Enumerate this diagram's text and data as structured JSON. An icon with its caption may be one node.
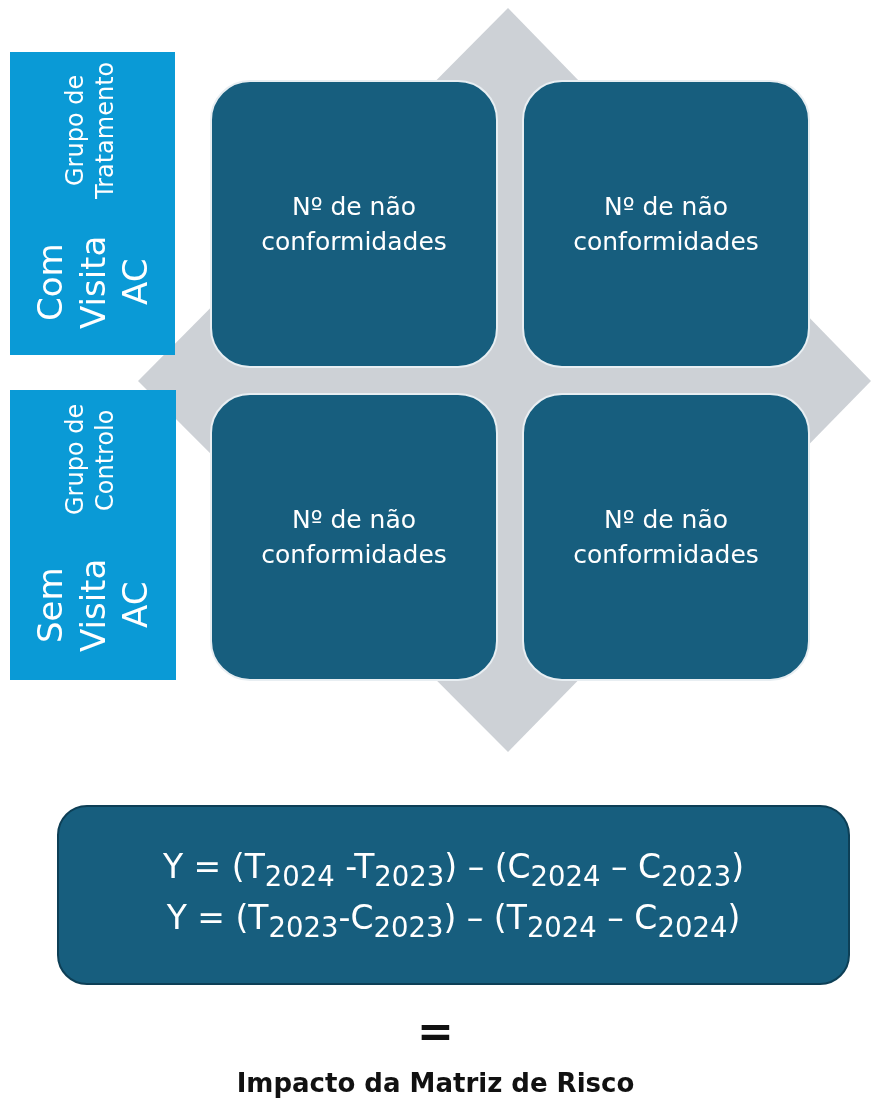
{
  "diagram": {
    "nodes": [
      {
        "text": [
          "Com Visita AC",
          "Grupo de Tratamento"
        ]
      },
      {
        "text": [
          "Sem Visita AC",
          "Grupo de Controlo"
        ]
      },
      {
        "text": [
          "Nº de não conformidades"
        ]
      },
      {
        "text": [
          "Nº de não conformidades"
        ]
      },
      {
        "text": [
          "Nº de não conformidades"
        ]
      },
      {
        "text": [
          "Nº de não conformidades"
        ]
      },
      {
        "text": [
          "Y = (T$_{2024}$ -T$_{2023}$) – (C$_{2024}$ – C$_{2023}$)",
          "Y = (T$_{2023}$-C$_{2023}$) – (T$_{2024}$ – C$_{2024}$)"
        ]
      }
    ],
    "edges": [],
    "labels": [
      "=",
      "Impacto da Matriz de Risco"
    ]
  }
}
